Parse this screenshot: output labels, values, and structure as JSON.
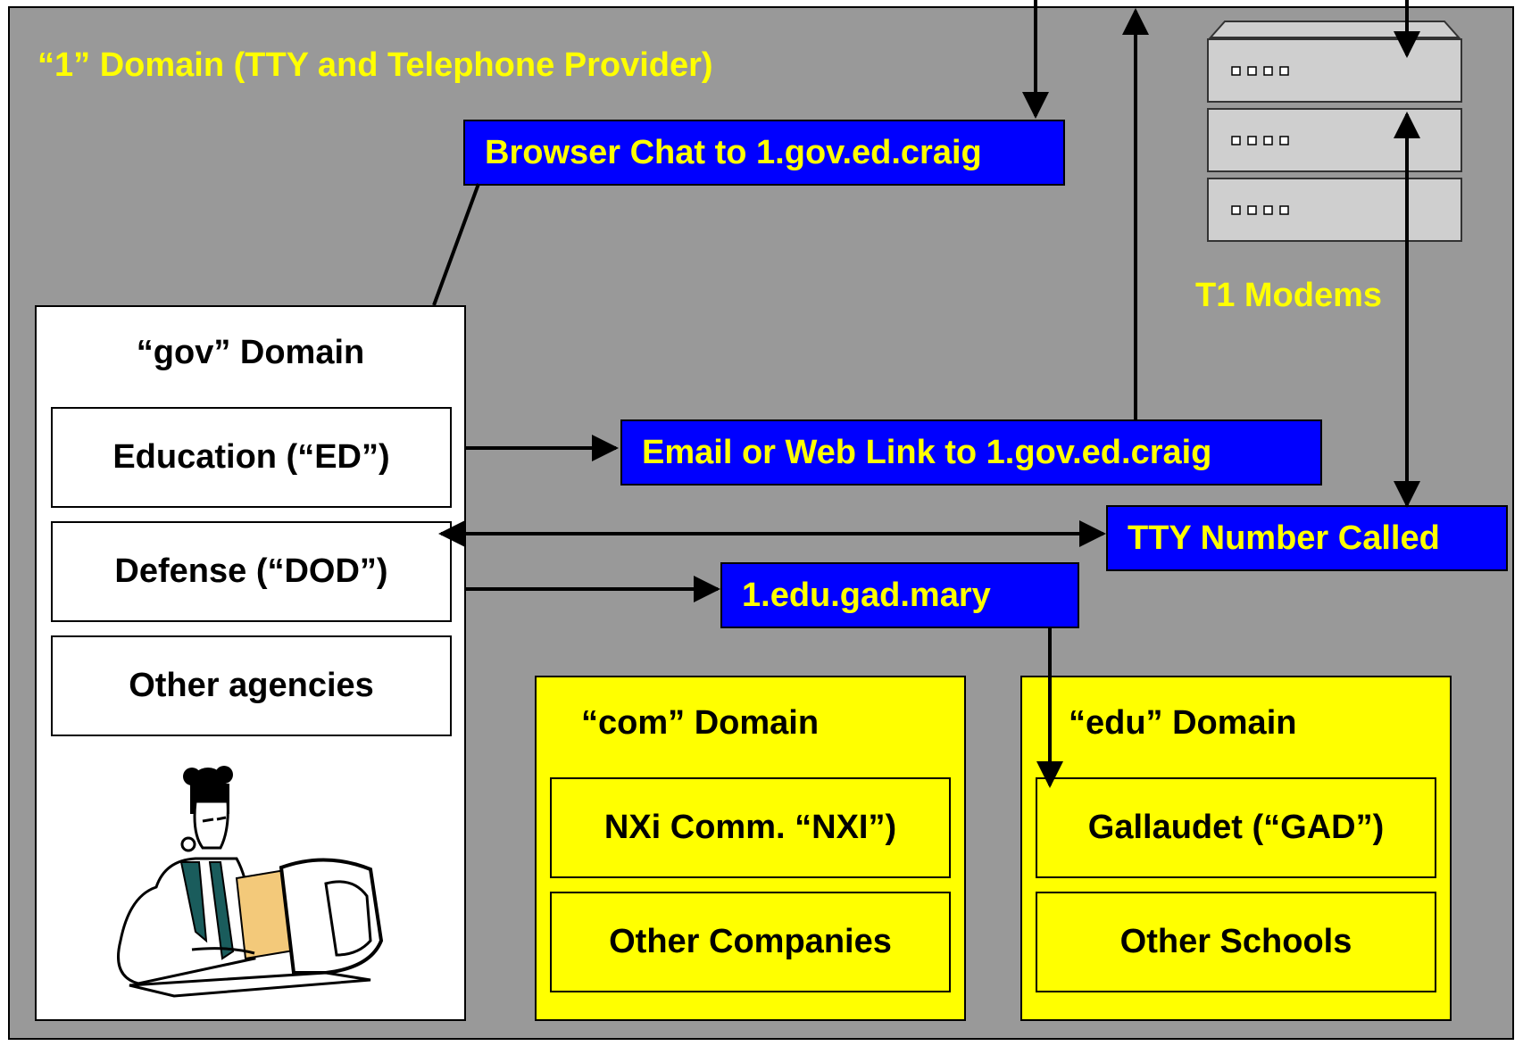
{
  "diagram": {
    "title": "“1” Domain (TTY and Telephone Provider)",
    "modems_label": "T1 Modems",
    "blue_boxes": {
      "browser_chat": "Browser Chat to 1.gov.ed.craig",
      "email_link": "Email or Web Link to 1.gov.ed.craig",
      "tty_called": "TTY Number Called",
      "edu_address": "1.edu.gad.mary"
    },
    "gov": {
      "heading": "“gov” Domain",
      "items": [
        "Education (“ED”)",
        "Defense (“DOD”)",
        "Other agencies"
      ]
    },
    "com": {
      "heading": "“com” Domain",
      "items": [
        "NXi Comm. “NXI”)",
        "Other Companies"
      ]
    },
    "edu": {
      "heading": "“edu” Domain",
      "items": [
        "Gallaudet (“GAD”)",
        "Other Schools"
      ]
    },
    "colors": {
      "background": "#999999",
      "blue_box": "#0000ff",
      "highlight_text": "#ffff00",
      "domain_box": "#ffff00"
    },
    "icons": [
      "server-stack-icon",
      "person-at-computer-icon"
    ]
  }
}
